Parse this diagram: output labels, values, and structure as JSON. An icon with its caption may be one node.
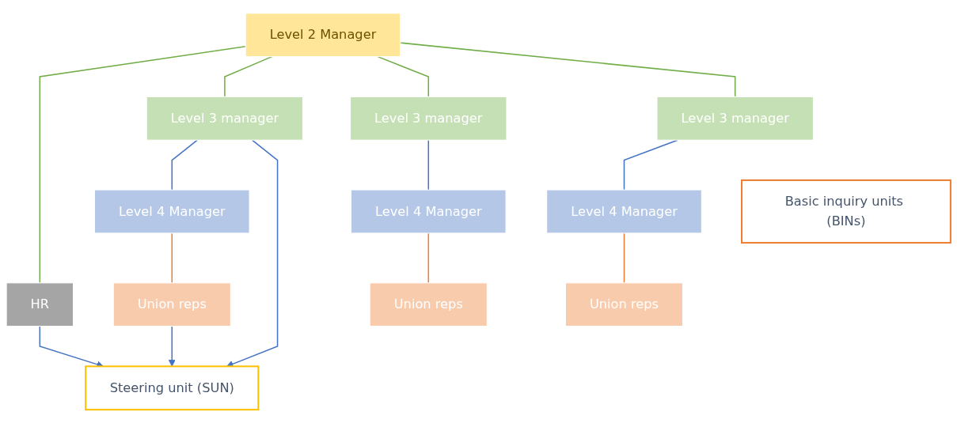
{
  "diagram": {
    "nodes": [
      {
        "text": [
          "Level 2 Manager"
        ]
      },
      {
        "text": [
          "HR"
        ]
      },
      {
        "text": [
          "Steering unit (SUN)"
        ]
      },
      {
        "text": [
          "Level 3 manager"
        ]
      },
      {
        "text": [
          "Level 3 manager"
        ]
      },
      {
        "text": [
          "Level 3 manager"
        ]
      },
      {
        "text": [
          "Level 4 Manager"
        ]
      },
      {
        "text": [
          "Level 4 Manager"
        ]
      },
      {
        "text": [
          "Level 4 Manager"
        ]
      },
      {
        "text": [
          "Union reps"
        ]
      },
      {
        "text": [
          "Union reps"
        ]
      },
      {
        "text": [
          "Union reps"
        ]
      },
      {
        "text": [
          "Basic inquiry units (BINs)"
        ]
      }
    ],
    "edges": [
      {
        "from": 0,
        "to": 1,
        "arrow": "none",
        "color": "#70ad47"
      },
      {
        "from": 0,
        "to": 3,
        "arrow": "none",
        "color": "#70ad47"
      },
      {
        "from": 0,
        "to": 4,
        "arrow": "none",
        "color": "#70ad47"
      },
      {
        "from": 0,
        "to": 5,
        "arrow": "none",
        "color": "#70ad47"
      },
      {
        "from": 3,
        "to": 6,
        "arrow": "none",
        "color": "#4472c4"
      },
      {
        "from": 4,
        "to": 7,
        "arrow": "none",
        "color": "#4472c4"
      },
      {
        "from": 5,
        "to": 8,
        "arrow": "none",
        "color": "#4472c4"
      },
      {
        "from": 6,
        "to": 9,
        "arrow": "none",
        "color": "#ed7d31"
      },
      {
        "from": 7,
        "to": 10,
        "arrow": "none",
        "color": "#ed7d31"
      },
      {
        "from": 8,
        "to": 11,
        "arrow": "none",
        "color": "#ed7d31"
      },
      {
        "from": 1,
        "to": 2,
        "arrow": "to",
        "color": "#4472c4"
      },
      {
        "from": 3,
        "to": 2,
        "arrow": "to",
        "color": "#4472c4"
      },
      {
        "from": 9,
        "to": 2,
        "arrow": "to",
        "color": "#4472c4"
      }
    ]
  }
}
